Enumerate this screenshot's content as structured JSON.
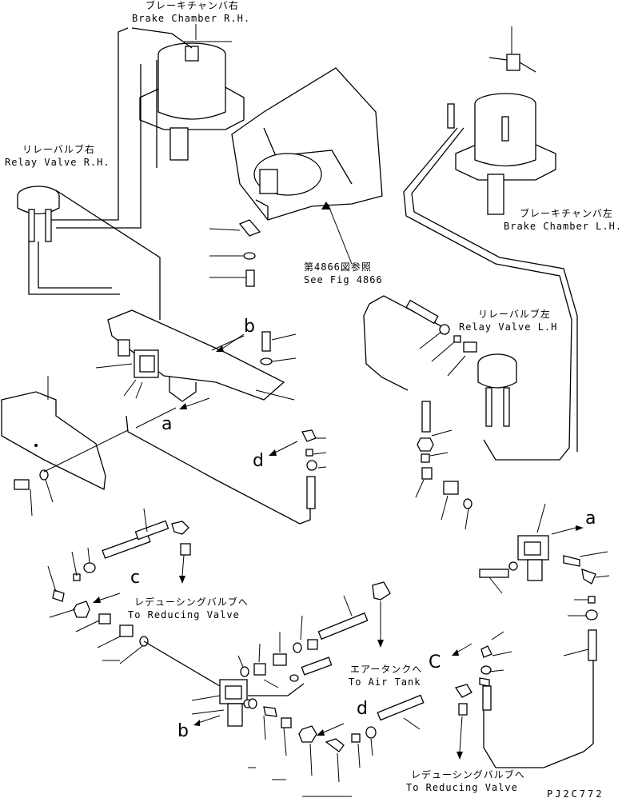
{
  "labels": {
    "brake_rh_jp": "ブレーキチャンバ右",
    "brake_rh_en": "Brake Chamber R.H.",
    "relay_rh_jp": "リレーバルブ右",
    "relay_rh_en": "Relay Valve R.H.",
    "brake_lh_jp": "ブレーキチャンバ左",
    "brake_lh_en": "Brake Chamber L.H.",
    "relay_lh_jp": "リレーバルブ左",
    "relay_lh_en": "Relay Valve L.H",
    "ref_jp": "第4866図参照",
    "ref_en": "See Fig 4866",
    "reduce_1_jp": "レデューシングバルブへ",
    "reduce_1_en": "To Reducing Valve",
    "tank_jp": "エアータンクへ",
    "tank_en": "To Air Tank",
    "reduce_2_jp": "レデューシングバルブへ",
    "reduce_2_en": "To Reducing Valve"
  },
  "callouts": {
    "a_left": "a",
    "a_right": "a",
    "b_top": "b",
    "b_bottom": "b",
    "c_left": "c",
    "c_right": "C",
    "d_left": "d",
    "d_bottom": "d"
  },
  "drawing_code": "PJ2C772"
}
